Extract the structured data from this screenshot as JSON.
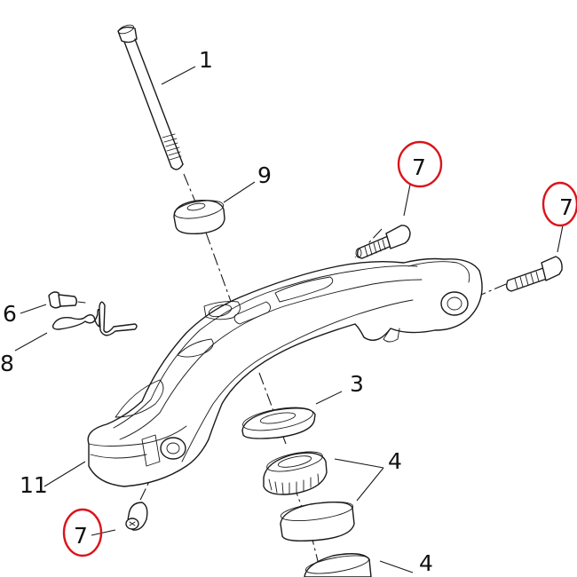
{
  "diagram": {
    "type": "exploded-parts-view",
    "highlight_color": "#d9141b",
    "line_color": "#1a1a1a",
    "parts": [
      {
        "id": "bolt-long",
        "callout": "1"
      },
      {
        "id": "washer-bearing-seal",
        "callout": "3"
      },
      {
        "id": "bearing-upper",
        "callout": "4"
      },
      {
        "id": "bearing-lower",
        "callout": "4"
      },
      {
        "id": "small-bolt",
        "callout": "6"
      },
      {
        "id": "clamp-bolt-top",
        "callout": "7",
        "highlighted": true
      },
      {
        "id": "clamp-bolt-right",
        "callout": "7",
        "highlighted": true
      },
      {
        "id": "clamp-bolt-bottom",
        "callout": "7",
        "highlighted": true
      },
      {
        "id": "wire-clip",
        "callout": "8"
      },
      {
        "id": "spacer-washer",
        "callout": "9"
      },
      {
        "id": "triple-clamp-lower",
        "callout": "11"
      }
    ]
  }
}
